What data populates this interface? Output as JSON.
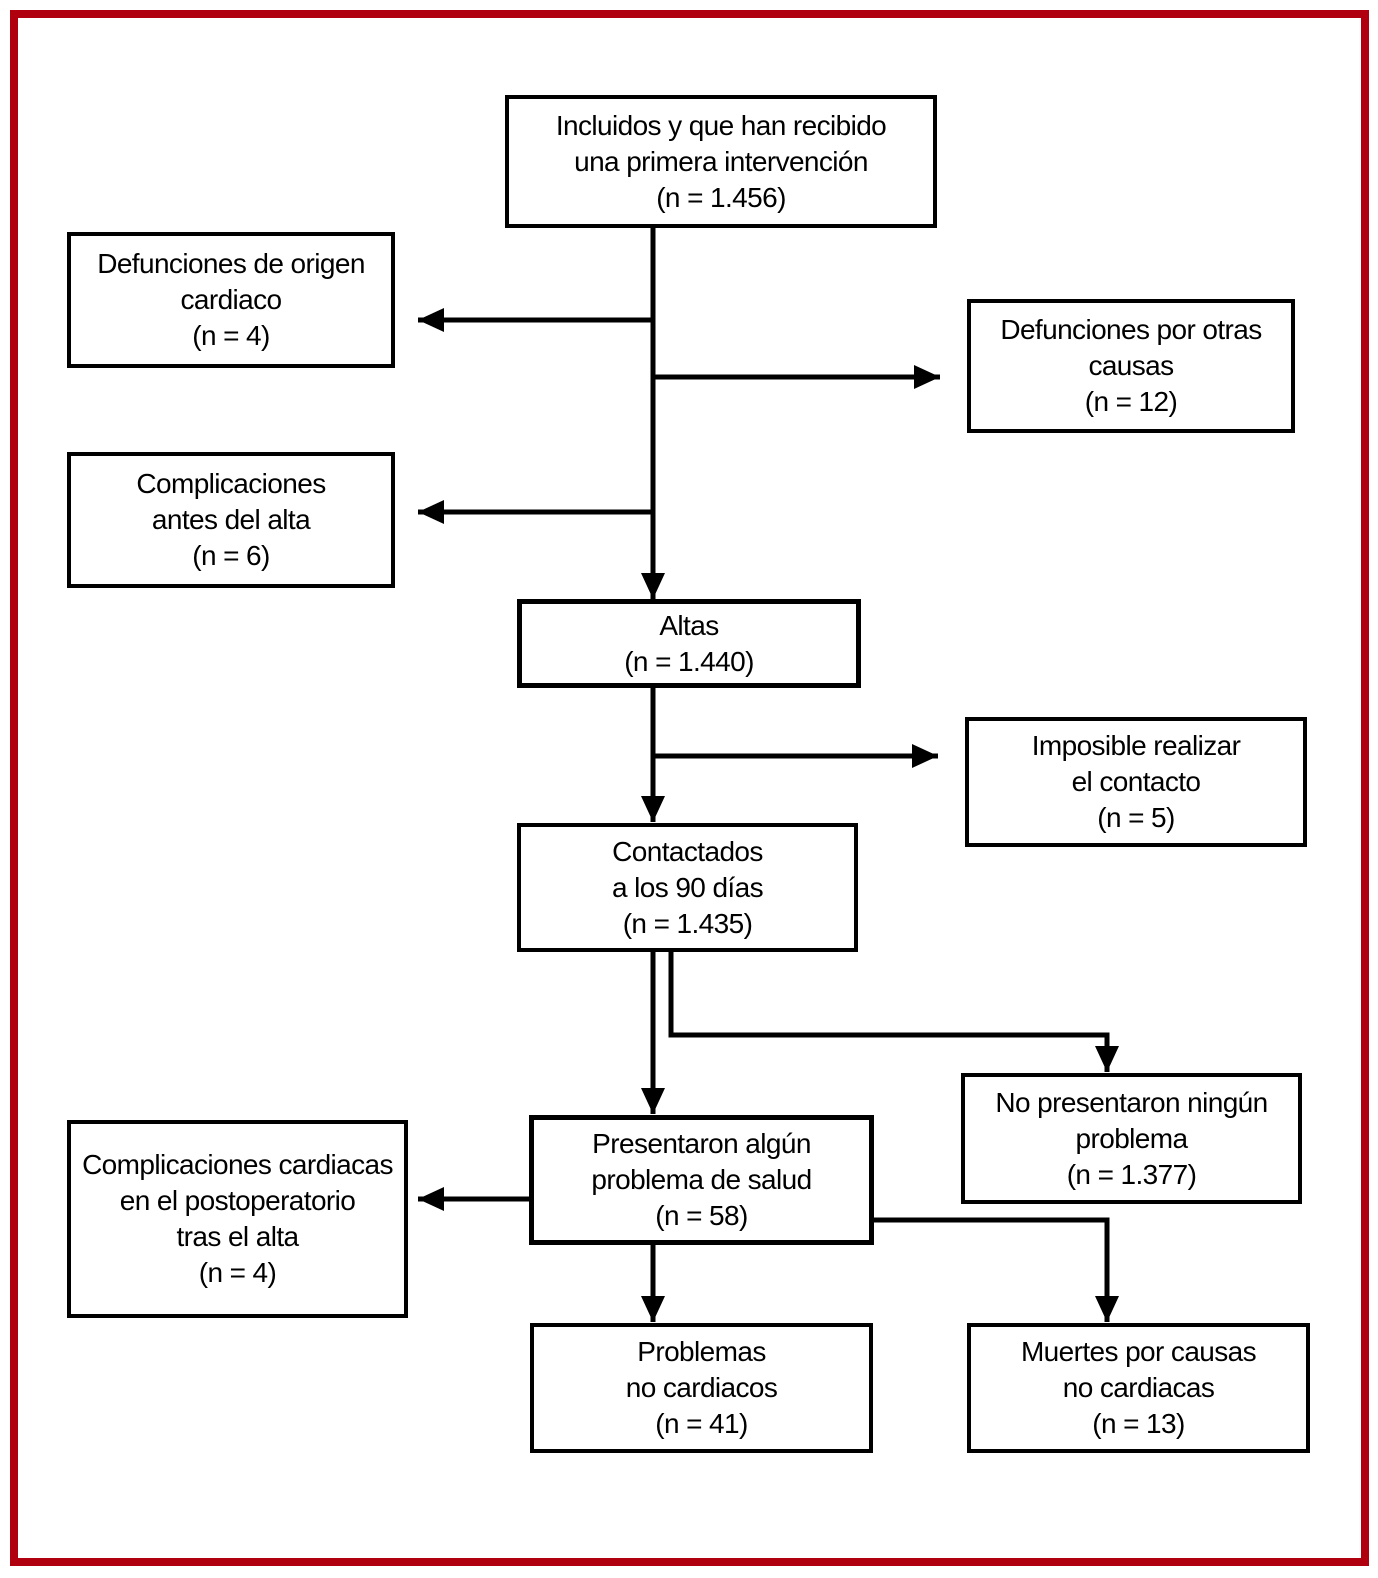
{
  "figure": {
    "type": "flowchart",
    "language": "es",
    "colors": {
      "frame": "#b00010",
      "background": "#ffffff",
      "line": "#000000",
      "text": "#000000"
    }
  },
  "nodes": {
    "incluidos": {
      "text": "Incluidos y que han recibido\nuna primera intervención\n(n = 1.456)",
      "n": "1.456"
    },
    "defunciones_origen_cardiaco": {
      "text": "Defunciones de origen\ncardiaco\n(n = 4)",
      "n": "4"
    },
    "defunciones_otras_causas": {
      "text": "Defunciones por otras\ncausas\n(n = 12)",
      "n": "12"
    },
    "complicaciones_antes_alta": {
      "text": "Complicaciones\nantes del alta\n(n = 6)",
      "n": "6"
    },
    "altas": {
      "text": "Altas\n(n = 1.440)",
      "n": "1.440"
    },
    "imposible_contacto": {
      "text": "Imposible realizar\nel contacto\n(n = 5)",
      "n": "5"
    },
    "contactados_90_dias": {
      "text": "Contactados\na los 90 días\n(n = 1.435)",
      "n": "1.435"
    },
    "no_presentaron_problema": {
      "text": "No presentaron ningún\nproblema\n(n = 1.377)",
      "n": "1.377"
    },
    "presentaron_problema": {
      "text": "Presentaron algún\nproblema de salud\n(n = 58)",
      "n": "58"
    },
    "complicaciones_cardiacas_postoperatorio": {
      "text": "Complicaciones cardiacas\nen el postoperatorio\ntras el alta\n(n = 4)",
      "n": "4"
    },
    "problemas_no_cardiacos": {
      "text": "Problemas\nno cardiacos\n(n = 41)",
      "n": "41"
    },
    "muertes_no_cardiacas": {
      "text": "Muertes por causas\nno cardiacas\n(n = 13)",
      "n": "13"
    }
  },
  "edges": [
    {
      "from": "incluidos",
      "to": "defunciones_origen_cardiaco"
    },
    {
      "from": "incluidos",
      "to": "defunciones_otras_causas"
    },
    {
      "from": "incluidos",
      "to": "complicaciones_antes_alta"
    },
    {
      "from": "incluidos",
      "to": "altas"
    },
    {
      "from": "altas",
      "to": "imposible_contacto"
    },
    {
      "from": "altas",
      "to": "contactados_90_dias"
    },
    {
      "from": "contactados_90_dias",
      "to": "no_presentaron_problema"
    },
    {
      "from": "contactados_90_dias",
      "to": "presentaron_problema"
    },
    {
      "from": "presentaron_problema",
      "to": "complicaciones_cardiacas_postoperatorio"
    },
    {
      "from": "presentaron_problema",
      "to": "problemas_no_cardiacos"
    },
    {
      "from": "presentaron_problema",
      "to": "muertes_no_cardiacas"
    }
  ]
}
